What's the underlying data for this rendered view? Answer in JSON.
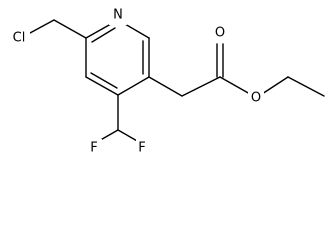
{
  "molecule": {
    "atoms": {
      "chlorine": "Cl",
      "ring_nitrogen": "N",
      "carbonyl_oxygen": "O",
      "ester_oxygen": "O",
      "fluorine_left": "F",
      "fluorine_right": "F"
    },
    "colors": {
      "bond": "#000000",
      "label": "#000000",
      "background": "#ffffff"
    }
  }
}
